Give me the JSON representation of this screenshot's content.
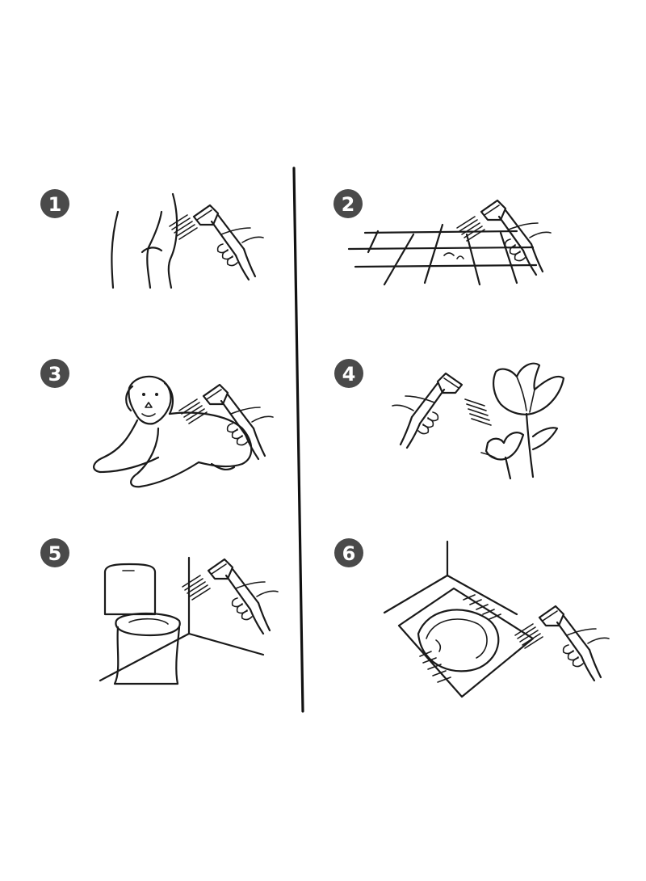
{
  "colors": {
    "background": "#ffffff",
    "line": "#1a1a1a",
    "badge": "#4a4a4a",
    "badge_text": "#ffffff"
  },
  "steps": [
    {
      "number": "1",
      "icon": "spray-body-icon"
    },
    {
      "number": "2",
      "icon": "spray-floor-icon"
    },
    {
      "number": "3",
      "icon": "spray-dog-icon"
    },
    {
      "number": "4",
      "icon": "spray-flowers-icon"
    },
    {
      "number": "5",
      "icon": "spray-toilet-icon"
    },
    {
      "number": "6",
      "icon": "spray-squat-toilet-icon"
    }
  ]
}
